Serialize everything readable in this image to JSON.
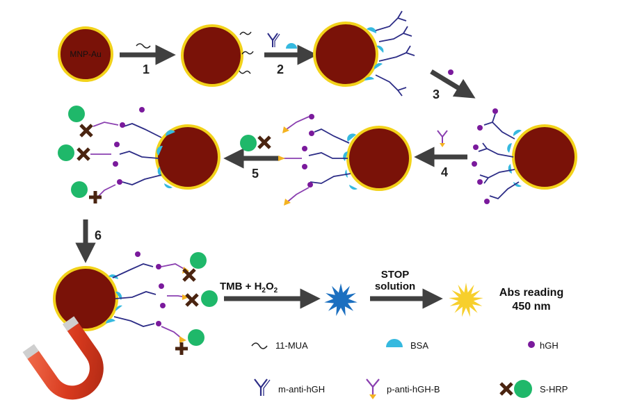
{
  "particle_label": "MNP-Au",
  "steps": [
    "1",
    "2",
    "3",
    "4",
    "5",
    "6"
  ],
  "detection": {
    "reagent_prefix": "TMB + H",
    "reagent_sub1": "2",
    "reagent_mid": "O",
    "reagent_sub2": "2",
    "stop_line1": "STOP",
    "stop_line2": "solution",
    "abs_line1": "Abs reading",
    "abs_line2": "450 nm"
  },
  "legend": {
    "mua": "11-MUA",
    "bsa": "BSA",
    "hgh": "hGH",
    "m_anti": "m-anti-hGH",
    "p_anti": "p-anti-hGH-B",
    "shrp": "S-HRP"
  },
  "colors": {
    "particle_fill": "#7a1208",
    "particle_ring": "#f2d21a",
    "arrow": "#404040",
    "bsa": "#36b9df",
    "hgh": "#7a1a9c",
    "m_antibody": "#2c2c86",
    "p_antibody": "#8a3fb0",
    "biotin": "#f4b321",
    "hrp": "#1fb86a",
    "streptavidin": "#4a2410",
    "blue_product": "#1b6fc0",
    "yellow_product": "#f7cf2c",
    "magnet_red": "#d83a1e",
    "magnet_tip": "#cfcfcf"
  }
}
